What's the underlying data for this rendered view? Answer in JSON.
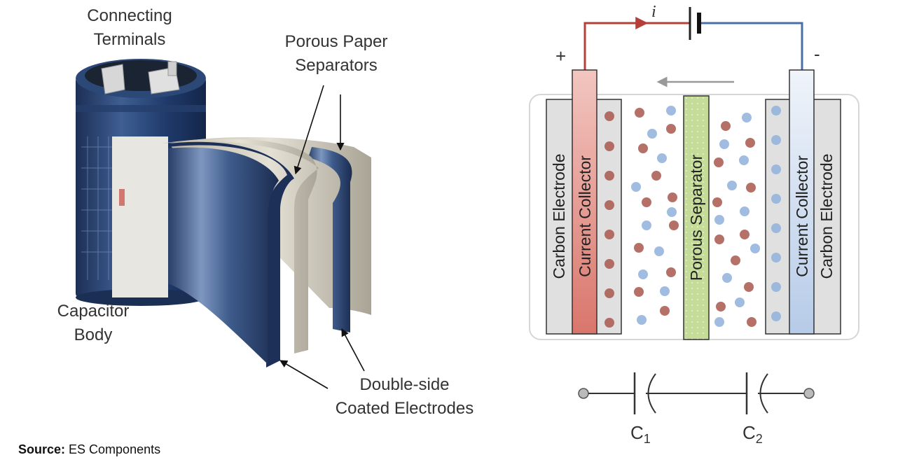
{
  "left_figure": {
    "labels": {
      "connecting_terminals": [
        "Connecting",
        "Terminals"
      ],
      "porous_paper_separators": [
        "Porous Paper",
        "Separators"
      ],
      "capacitor_body": [
        "Capacitor",
        "Body"
      ],
      "double_side_coated_electrodes": [
        "Double-side",
        "Coated Electrodes"
      ]
    }
  },
  "right_figure": {
    "current_symbol": "i",
    "positive_sign": "+",
    "negative_sign": "-",
    "left_electrode_label": "Carbon Electrode",
    "left_collector_label": "Current Collector",
    "separator_label": "Porous Separator",
    "right_collector_label": "Current Collector",
    "right_electrode_label": "Carbon Electrode",
    "colors": {
      "positive_wire": "#b5403a",
      "negative_wire": "#4a6fa8",
      "left_collector": "#e49a94",
      "right_collector": "#d6e2f2",
      "electrode": "#d9d9d9",
      "separator": "#c4dc98",
      "cation": "#a8574c",
      "anion": "#8fb0dc"
    }
  },
  "circuit": {
    "c1_label": "C",
    "c1_sub": "1",
    "c2_label": "C",
    "c2_sub": "2"
  },
  "source": {
    "prefix": "Source:",
    "text": " ES Components"
  }
}
